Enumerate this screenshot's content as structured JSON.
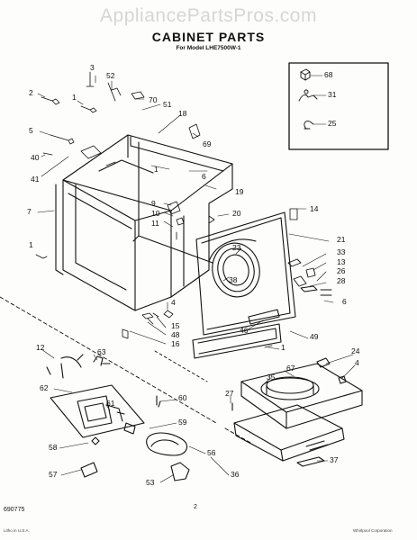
{
  "watermark": "AppliancePartsPros.com",
  "title": "CABINET PARTS",
  "subtitle": "For Model LHE7500W-1",
  "callouts": [
    "3",
    "52",
    "2",
    "1",
    "70",
    "51",
    "18",
    "5",
    "69",
    "40",
    "41",
    "6",
    "1",
    "19",
    "7",
    "9",
    "10",
    "11",
    "20",
    "14",
    "21",
    "23",
    "33",
    "13",
    "26",
    "28",
    "38",
    "6",
    "1",
    "4",
    "15",
    "48",
    "16",
    "46",
    "49",
    "1",
    "12",
    "63",
    "24",
    "4",
    "62",
    "67",
    "35",
    "60",
    "27",
    "61",
    "59",
    "58",
    "56",
    "37",
    "57",
    "36",
    "53",
    "68",
    "31",
    "25"
  ],
  "footer": {
    "code": "690775",
    "page": "2",
    "left_fine": "Litho in U.S.A.",
    "right_fine": "Whirlpool Corporation"
  }
}
